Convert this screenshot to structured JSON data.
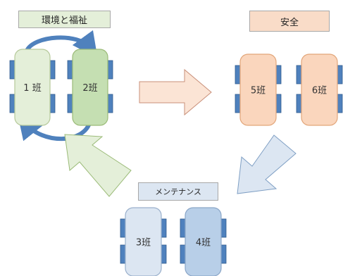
{
  "groups": {
    "environment": {
      "label": "環境と福祉",
      "color": "#e4efd9"
    },
    "safety": {
      "label": "安全",
      "color": "#f9dcc8"
    },
    "maintenance": {
      "label": "メンテナンス",
      "color": "#dce6f2"
    }
  },
  "cars": [
    {
      "id": "car-1",
      "label": "1 班",
      "body": "#e4efd9",
      "stroke": "#b6c99a"
    },
    {
      "id": "car-2",
      "label": "2班",
      "body": "#c5dfb2",
      "stroke": "#9bbb78"
    },
    {
      "id": "car-5",
      "label": "5班",
      "body": "#fad6bd",
      "stroke": "#e2a67a"
    },
    {
      "id": "car-6",
      "label": "6班",
      "body": "#fad6bd",
      "stroke": "#e2a67a"
    },
    {
      "id": "car-3",
      "label": "3班",
      "body": "#dce6f2",
      "stroke": "#9ab0cc"
    },
    {
      "id": "car-4",
      "label": "4班",
      "body": "#b8cfe8",
      "stroke": "#8aa6c8"
    }
  ],
  "colors": {
    "wheel": "#4f81bd",
    "wheel_stroke": "#2f5a8d",
    "circular_arrow": "#4f81bd",
    "arrow_safety_fill": "#fbe4d5",
    "arrow_safety_stroke": "#c9907a",
    "arrow_maint_fill": "#dce6f2",
    "arrow_maint_stroke": "#7f9fc4",
    "arrow_env_fill": "#e4efd9",
    "arrow_env_stroke": "#9bbb78"
  }
}
